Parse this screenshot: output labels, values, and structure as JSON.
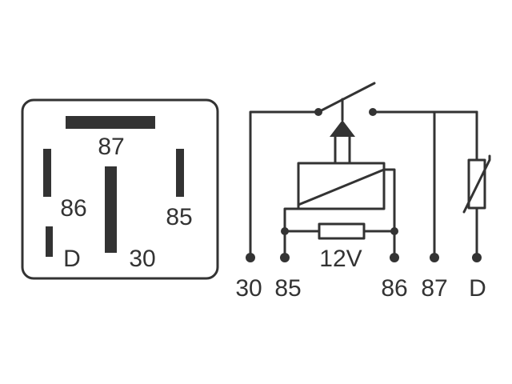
{
  "colors": {
    "line": "#333333",
    "background": "#ffffff"
  },
  "footprint": {
    "pins": {
      "p87": "87",
      "p86": "86",
      "p85": "85",
      "pD": "D",
      "p30": "30"
    }
  },
  "schematic": {
    "coil_label": "12V",
    "terminals": {
      "t30": "30",
      "t85": "85",
      "t86": "86",
      "t87": "87",
      "tD": "D"
    }
  }
}
